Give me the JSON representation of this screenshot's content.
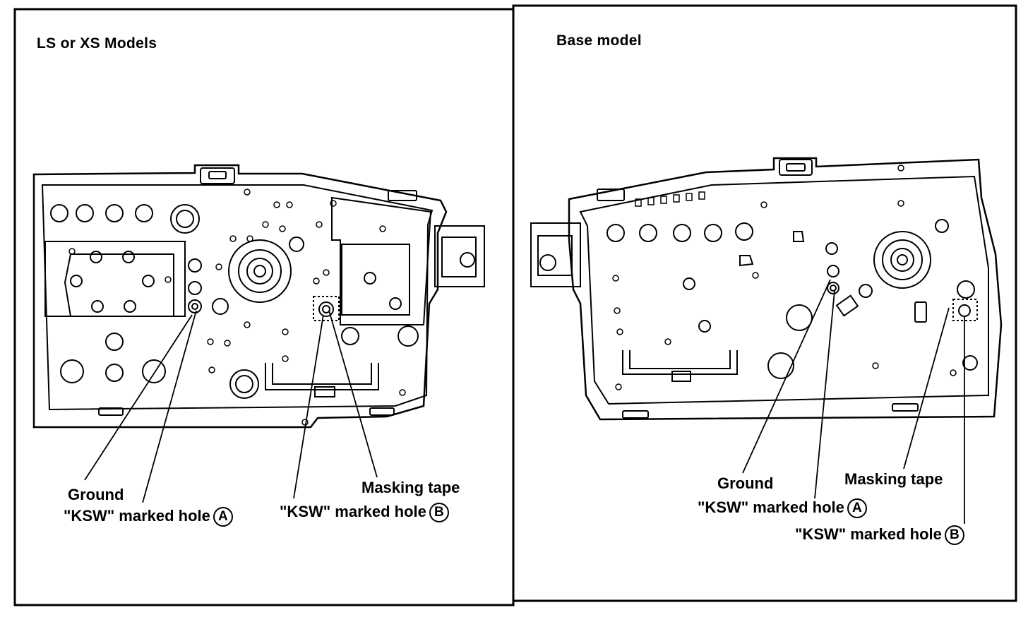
{
  "panels": [
    {
      "title": "LS or XS Models",
      "labels": {
        "ground": "Ground",
        "hole_a": "\"KSW\" marked hole",
        "hole_a_marker": "A",
        "masking_tape": "Masking tape",
        "hole_b": "\"KSW\" marked hole",
        "hole_b_marker": "B"
      }
    },
    {
      "title": "Base model",
      "labels": {
        "ground": "Ground",
        "hole_a": "\"KSW\" marked hole",
        "hole_a_marker": "A",
        "masking_tape": "Masking tape",
        "hole_b": "\"KSW\" marked hole",
        "hole_b_marker": "B"
      }
    }
  ]
}
